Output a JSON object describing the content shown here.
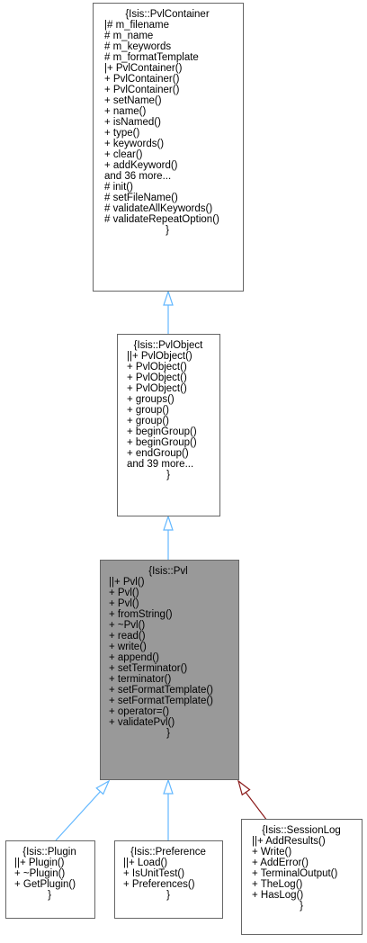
{
  "colors": {
    "node_fill": "#ffffff",
    "current_fill": "#999999",
    "node_border": "#666666",
    "edge_inherit": "#63b8ff",
    "edge_private": "#8b1a1a"
  },
  "nodes": [
    {
      "id": "pvlcontainer",
      "current": false,
      "lines": [
        "{Isis::PvlContainer",
        "|# m_filename",
        "# m_name",
        "# m_keywords",
        "# m_formatTemplate",
        "|+ PvlContainer()",
        "+ PvlContainer()",
        "+ PvlContainer()",
        "+ setName()",
        "+ name()",
        "+ isNamed()",
        "+ type()",
        "+ keywords()",
        "+ clear()",
        "+ addKeyword()",
        "and 36 more...",
        "# init()",
        "# setFileName()",
        "# validateAllKeywords()",
        "# validateRepeatOption()",
        "}"
      ]
    },
    {
      "id": "pvlobject",
      "current": false,
      "lines": [
        "{Isis::PvlObject",
        "||+ PvlObject()",
        "+ PvlObject()",
        "+ PvlObject()",
        "+ PvlObject()",
        "+ groups()",
        "+ group()",
        "+ group()",
        "+ beginGroup()",
        "+ beginGroup()",
        "+ endGroup()",
        "and 39 more...",
        "}"
      ]
    },
    {
      "id": "pvl",
      "current": true,
      "lines": [
        "{Isis::Pvl",
        "||+ Pvl()",
        "+ Pvl()",
        "+ Pvl()",
        "+ fromString()",
        "+ ~Pvl()",
        "+ read()",
        "+ write()",
        "+ append()",
        "+ setTerminator()",
        "+ terminator()",
        "+ setFormatTemplate()",
        "+ setFormatTemplate()",
        "+ operator=()",
        "+ validatePvl()",
        "}"
      ]
    },
    {
      "id": "plugin",
      "current": false,
      "lines": [
        "{Isis::Plugin",
        "||+ Plugin()",
        "+ ~Plugin()",
        "+ GetPlugin()",
        "}"
      ]
    },
    {
      "id": "preference",
      "current": false,
      "lines": [
        "{Isis::Preference",
        "||+ Load()",
        "+ IsUnitTest()",
        "+ Preferences()",
        "}"
      ]
    },
    {
      "id": "sessionlog",
      "current": false,
      "lines": [
        "{Isis::SessionLog",
        "||+ AddResults()",
        "+ Write()",
        "+ AddError()",
        "+ TerminalOutput()",
        "+ TheLog()",
        "+ HasLog()",
        "}"
      ]
    }
  ],
  "edges": [
    {
      "from": "pvlobject",
      "to": "pvlcontainer",
      "kind": "public"
    },
    {
      "from": "pvl",
      "to": "pvlobject",
      "kind": "public"
    },
    {
      "from": "plugin",
      "to": "pvl",
      "kind": "public"
    },
    {
      "from": "preference",
      "to": "pvl",
      "kind": "public"
    },
    {
      "from": "sessionlog",
      "to": "pvl",
      "kind": "private"
    }
  ]
}
